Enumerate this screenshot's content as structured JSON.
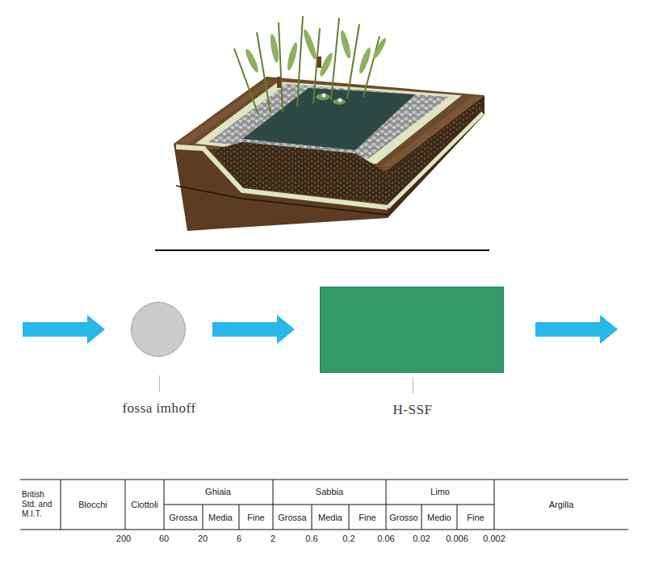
{
  "diagram": {
    "nodes": [
      {
        "text": [
          "fossa imhoff"
        ]
      },
      {
        "text": [
          "H-SSF"
        ]
      }
    ],
    "edges": [
      {
        "from": 0,
        "to": 1,
        "arrow": "to"
      }
    ],
    "labels": [
      "British Std. and M.I.T.",
      "Blocchi",
      "Ciottoli",
      "Ghiaia",
      "Grossa",
      "Media",
      "Fine",
      "Sabbia",
      "Grossa",
      "Media",
      "Fine",
      "Limo",
      "Grosso",
      "Medio",
      "Fine",
      "Argilla",
      "200",
      "60",
      "20",
      "6",
      "2",
      "0.6",
      "0.2",
      "0.06",
      "0.02",
      "0.006",
      "0.002"
    ]
  }
}
